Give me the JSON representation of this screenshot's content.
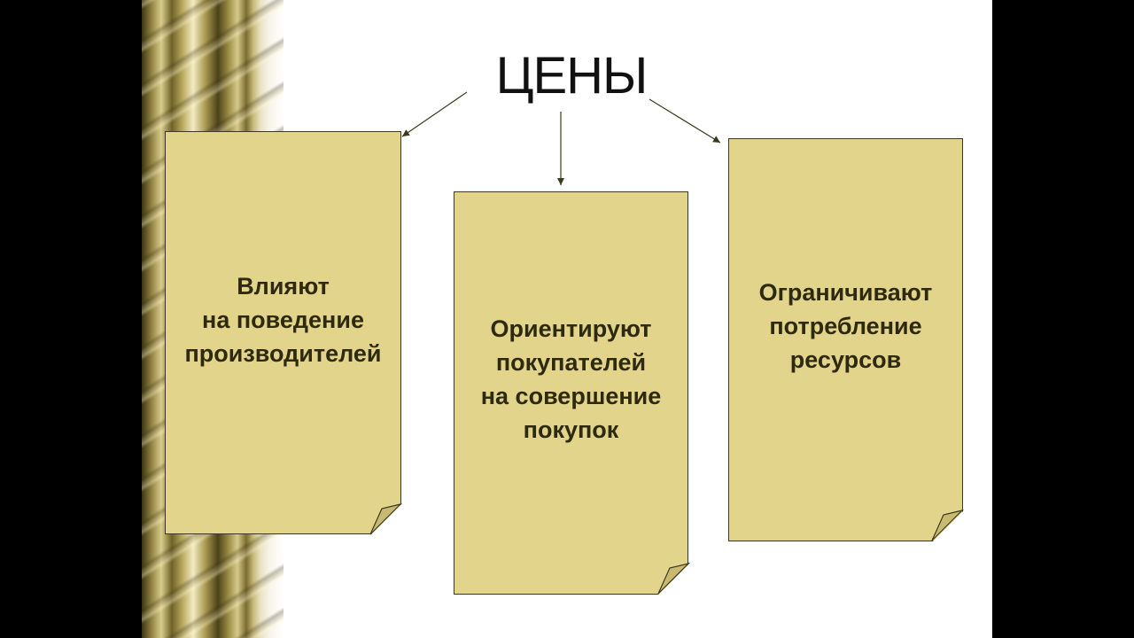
{
  "diagram": {
    "title": "ЦЕНЫ",
    "cards": [
      {
        "text": "Влияют\nна поведение\nпроизводителей"
      },
      {
        "text": "Ориентируют\nпокупателей\nна совершение\nпокупок"
      },
      {
        "text": "Ограничивают\nпотребление\nресурсов"
      }
    ]
  },
  "colors": {
    "card_fill": "#e3d48b",
    "card_border": "#3a3a1e",
    "text": "#2e2a10",
    "background": "#ffffff",
    "frame": "#000000"
  }
}
